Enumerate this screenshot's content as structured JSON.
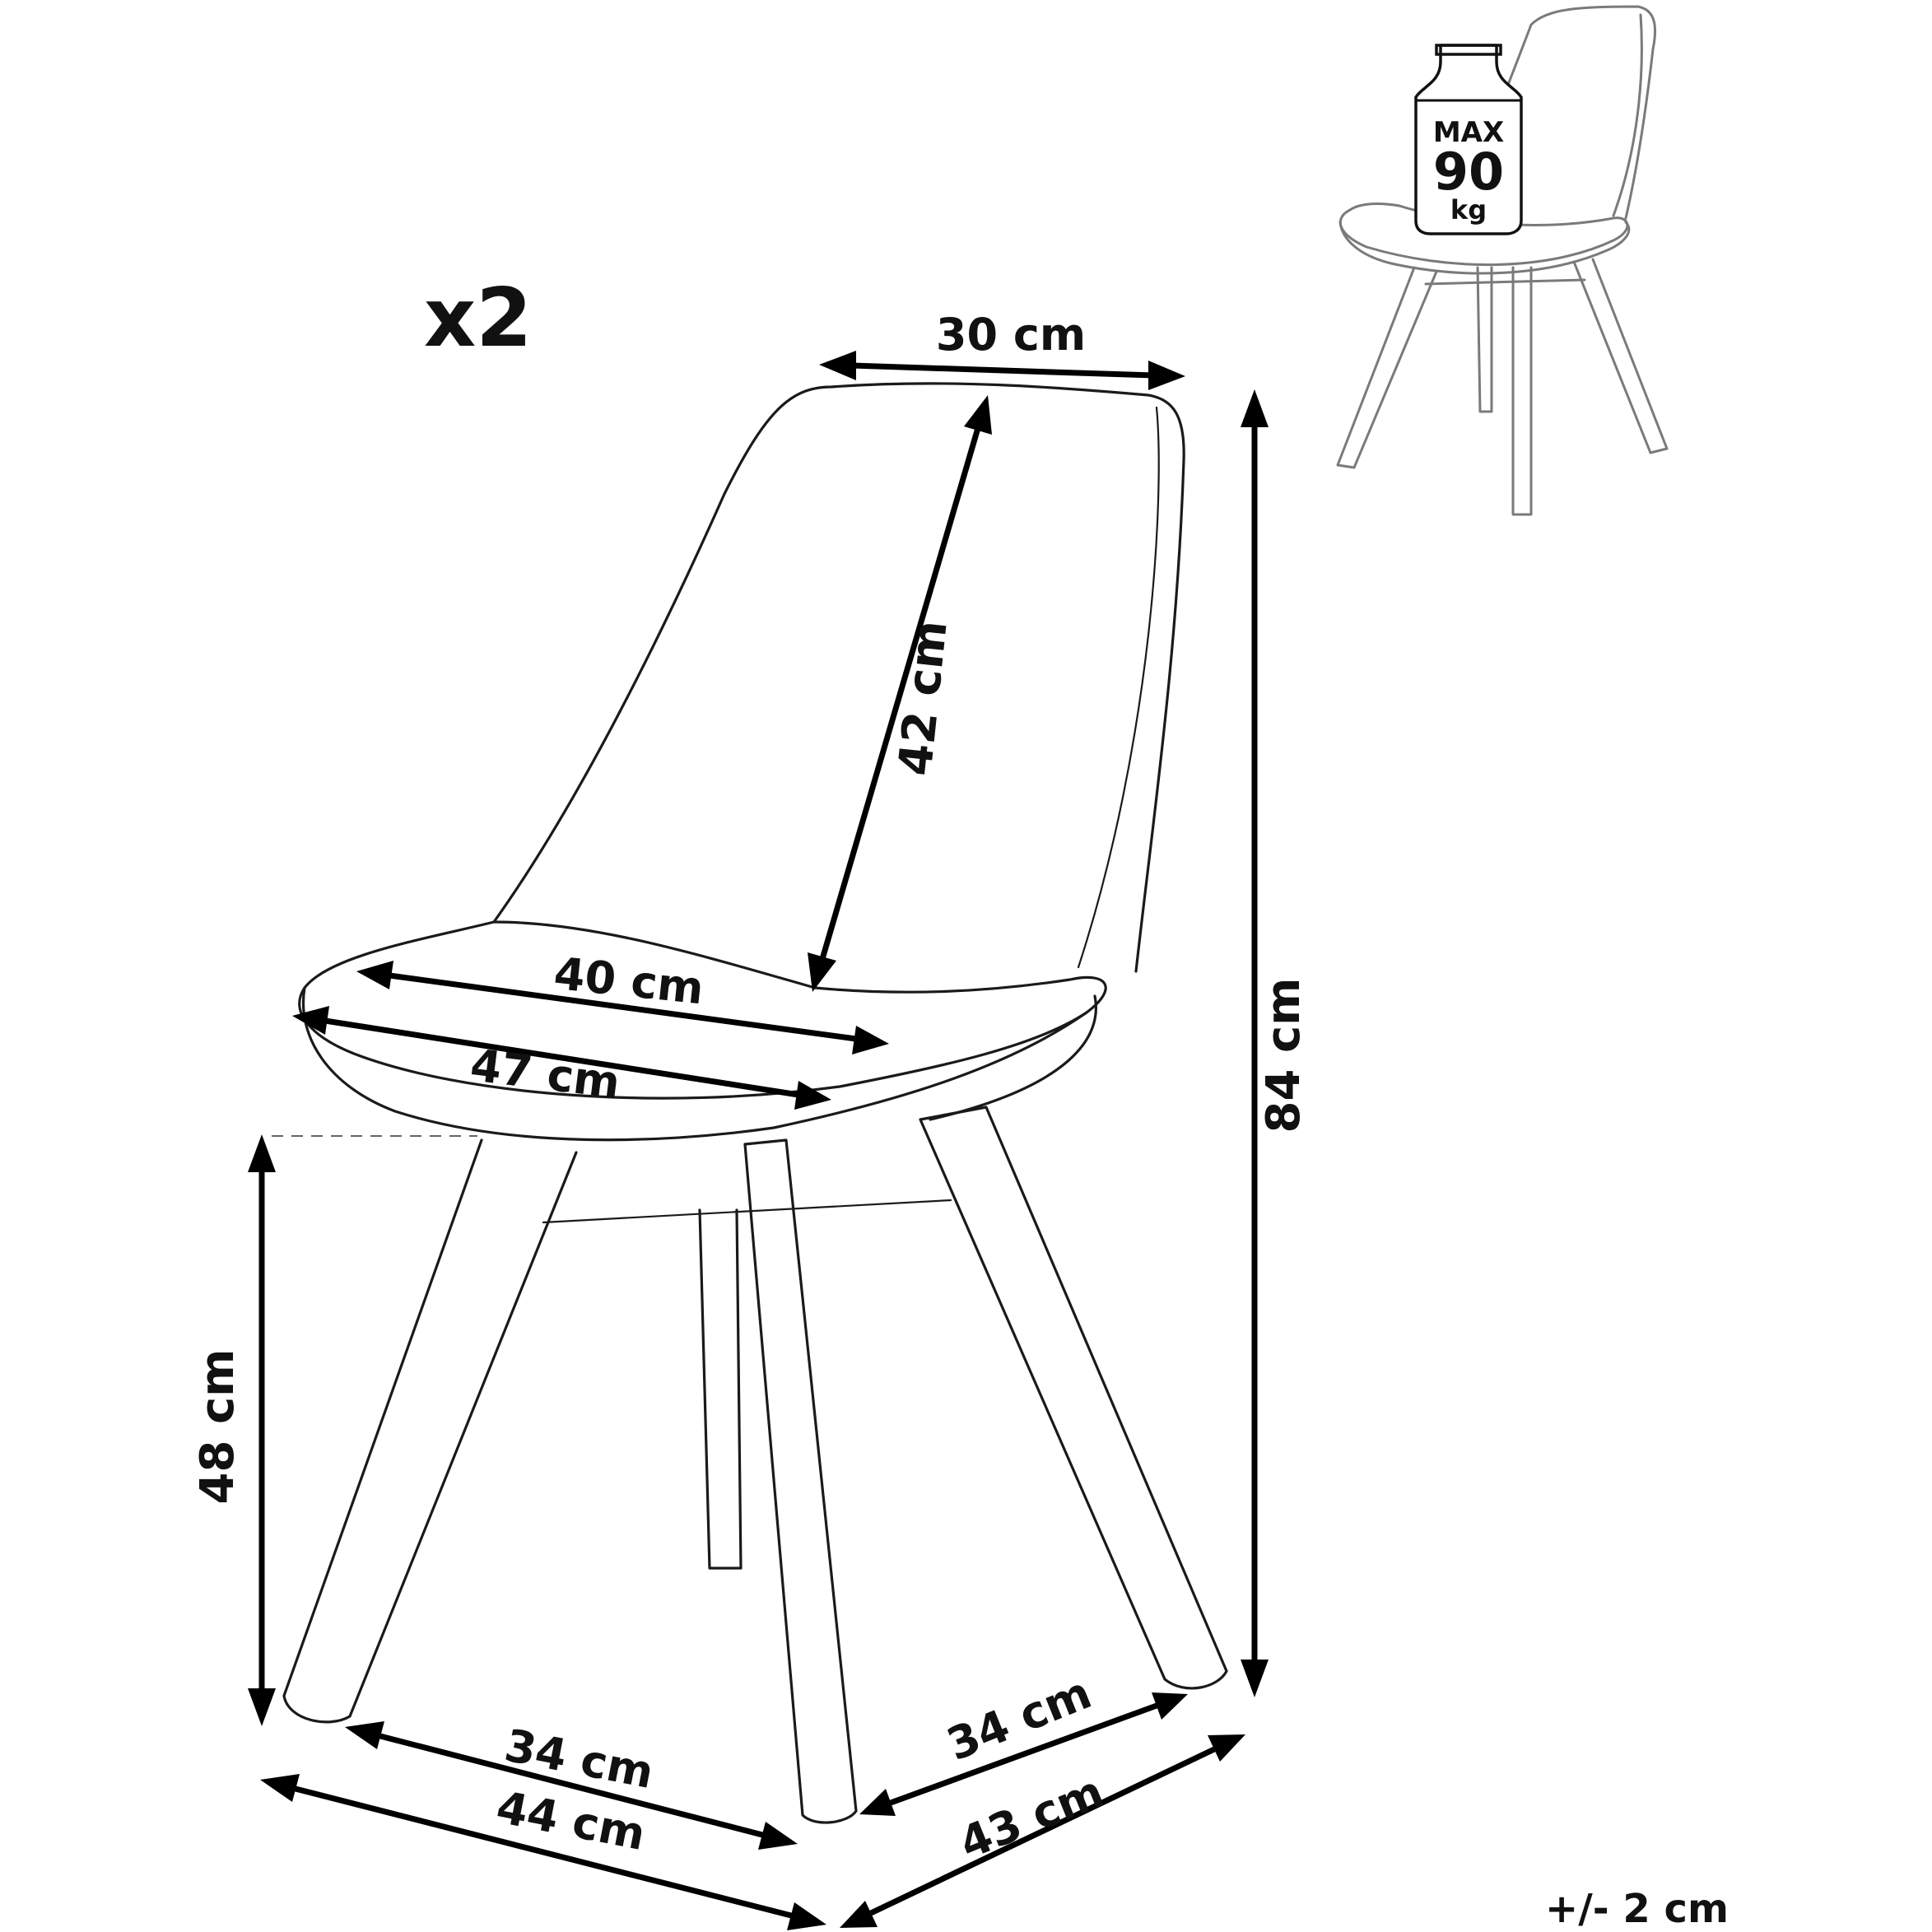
{
  "quantity": "x2",
  "tolerance": "+/- 2 cm",
  "dimensions": {
    "backrest_top_width": "30 cm",
    "backrest_height": "42 cm",
    "seat_depth": "40 cm",
    "seat_width": "47 cm",
    "seat_height": "48 cm",
    "total_height": "84 cm",
    "leg_span_left_inner": "34 cm",
    "leg_span_right_inner": "34 cm",
    "base_width": "44 cm",
    "base_depth": "43 cm"
  },
  "max_load": {
    "line1": "MAX",
    "line2": "90",
    "line3": "kg"
  }
}
